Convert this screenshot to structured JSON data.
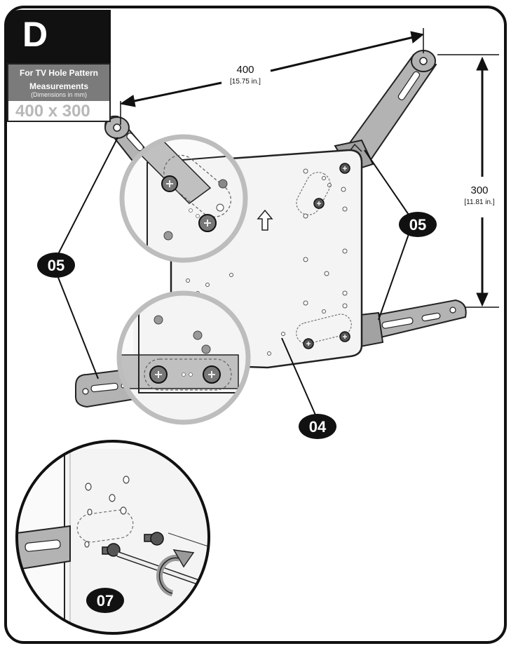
{
  "step": {
    "letter": "D",
    "title_line1": "For TV Hole Pattern",
    "title_line2": "Measurements",
    "subtitle": "(Dimensions in mm)",
    "pattern": "400 x 300"
  },
  "dimensions": {
    "width_mm": "400",
    "width_in": "[15.75 in.]",
    "height_mm": "300",
    "height_in": "[11.81 in.]"
  },
  "callouts": {
    "left_arm": "05",
    "right_arm": "05",
    "plate": "04",
    "screw": "07"
  },
  "colors": {
    "outline": "#111111",
    "arm_fill": "#b3b3b3",
    "plate_fill": "#f4f4f4",
    "zoom_ring": "#bdbdbd",
    "header_fill": "#7b7b7b"
  }
}
